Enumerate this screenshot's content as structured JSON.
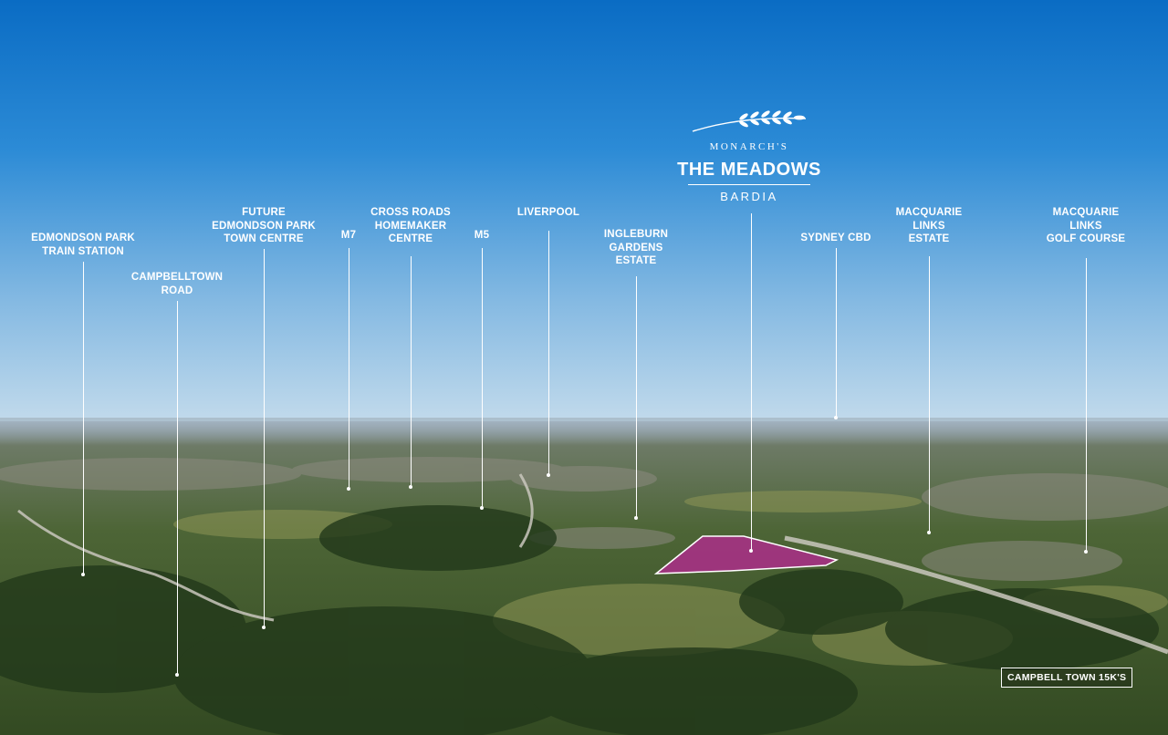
{
  "logo": {
    "icon": "wheat-sprig-icon",
    "brand": "MONARCH'S",
    "name": "THE MEADOWS",
    "suburb": "BARDIA"
  },
  "landmarks": [
    {
      "id": "edmondson-park-train-station",
      "label": "EDMONDSON PARK\nTRAIN STATION"
    },
    {
      "id": "campbelltown-road",
      "label": "CAMPBELLTOWN\nROAD"
    },
    {
      "id": "future-edmondson-park-town-centre",
      "label": "FUTURE\nEDMONDSON PARK\nTOWN CENTRE"
    },
    {
      "id": "m7",
      "label": "M7"
    },
    {
      "id": "cross-roads-homemaker-centre",
      "label": "CROSS ROADS\nHOMEMAKER\nCENTRE"
    },
    {
      "id": "m5",
      "label": "M5"
    },
    {
      "id": "liverpool",
      "label": "LIVERPOOL"
    },
    {
      "id": "ingleburn-gardens-estate",
      "label": "INGLEBURN\nGARDENS\nESTATE"
    },
    {
      "id": "sydney-cbd",
      "label": "SYDNEY CBD"
    },
    {
      "id": "macquarie-links-estate",
      "label": "MACQUARIE\nLINKS\nESTATE"
    },
    {
      "id": "macquarie-links-golf-course",
      "label": "MACQUARIE\nLINKS\nGOLF COURSE"
    }
  ],
  "distance_badge": "CAMPBELL TOWN 15K'S",
  "colors": {
    "sky_top": "#0a6cc4",
    "sky_horizon": "#c5dcec",
    "site_highlight": "#b02c8c",
    "foliage": "#2f4a22",
    "label_text": "#ffffff"
  }
}
